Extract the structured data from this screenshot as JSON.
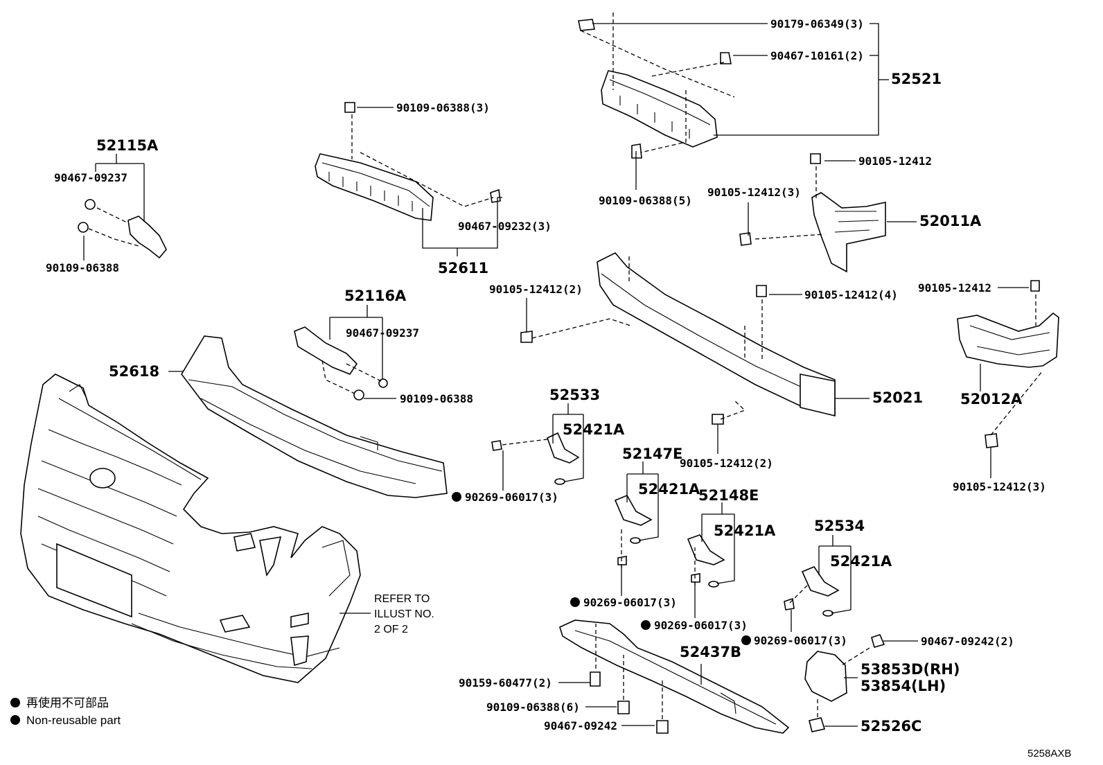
{
  "diagram": {
    "drawing_code": "5258AXB",
    "refer_note": [
      "REFER TO",
      "ILLUST NO.",
      "2 OF 2"
    ],
    "legend": [
      {
        "symbol": "filled-circle",
        "text": "再使用不可部品"
      },
      {
        "symbol": "filled-circle",
        "text": "Non-reusable part"
      }
    ],
    "group_labels": [
      "52115A",
      "52611",
      "52116A",
      "52618",
      "52521",
      "52011A",
      "52021",
      "52012A",
      "52533",
      "52421A",
      "52147E",
      "52421A",
      "52148E",
      "52421A",
      "52534",
      "52421A",
      "52437B",
      "53853D(RH)",
      "53854(LH)",
      "52526C"
    ],
    "part_labels": [
      "90179-06349(3)",
      "90467-10161(2)",
      "90109-06388(3)",
      "90467-09237",
      "90109-06388",
      "90467-09232(3)",
      "90109-06388(5)",
      "90105-12412",
      "90105-12412(3)",
      "90105-12412(2)",
      "90105-12412(4)",
      "90105-12412",
      "90467-09237",
      "90109-06388",
      "90105-12412(2)",
      "90105-12412(3)",
      "90269-06017(3)",
      "90269-06017(3)",
      "90269-06017(3)",
      "90269-06017(3)",
      "90467-09242(2)",
      "90159-60477(2)",
      "90109-06388(6)",
      "90467-09242"
    ]
  }
}
